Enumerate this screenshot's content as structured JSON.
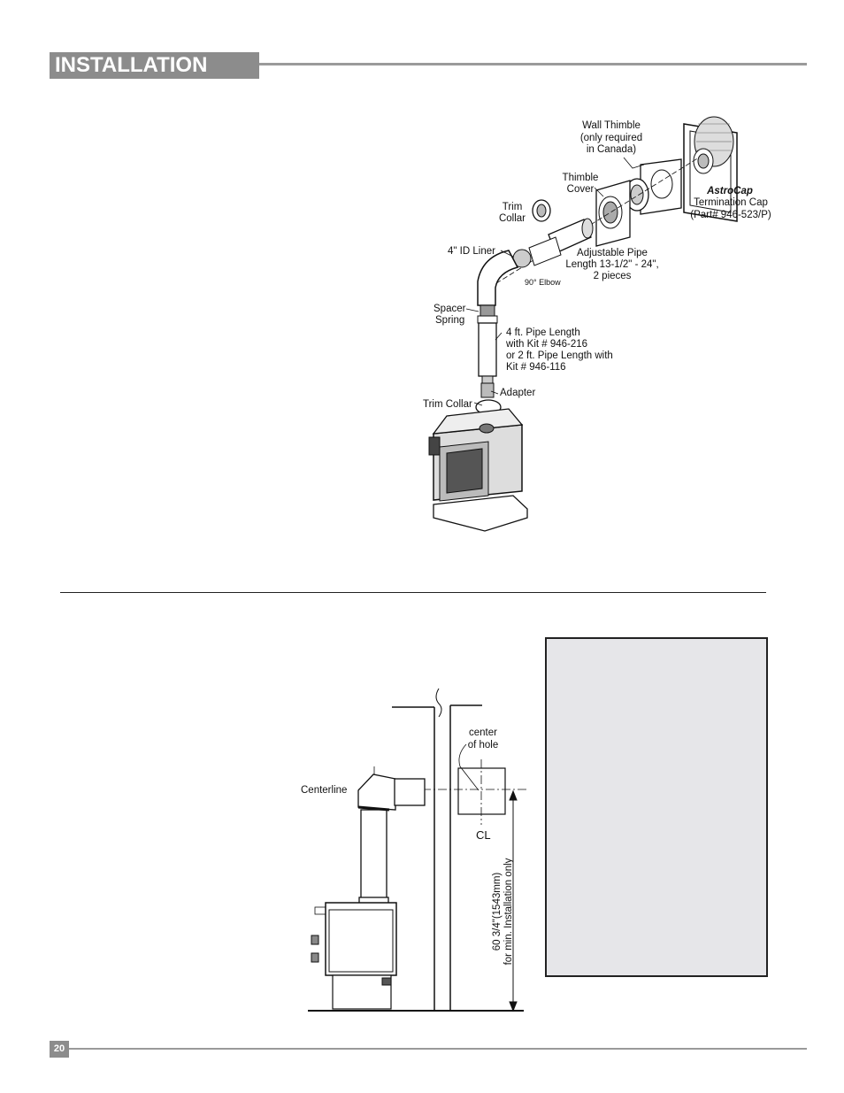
{
  "header": {
    "title": "INSTALLATION"
  },
  "footer": {
    "page_number": "20"
  },
  "figure_top": {
    "labels": {
      "wall_thimble_1": "Wall Thimble",
      "wall_thimble_2": "(only required",
      "wall_thimble_3": "in Canada)",
      "thimble_cover_1": "Thimble",
      "thimble_cover_2": "Cover",
      "astrocap_1": "AstroCap",
      "astrocap_2": "Termination Cap",
      "astrocap_3": "(Part# 946-523/P)",
      "trim_collar_top_1": "Trim",
      "trim_collar_top_2": "Collar",
      "id_liner": "4\" ID Liner",
      "adjustable_1": "Adjustable Pipe",
      "adjustable_2": "Length 13-1/2\" - 24\",",
      "adjustable_3": "2 pieces",
      "elbow": "90° Elbow",
      "spacer_1": "Spacer",
      "spacer_2": "Spring",
      "pipe_1": "4 ft. Pipe Length",
      "pipe_2": "with Kit # 946-216",
      "pipe_3": "or 2 ft. Pipe Length with",
      "pipe_4": "Kit # 946-116",
      "adapter": "Adapter",
      "trim_collar_bottom": "Trim Collar"
    }
  },
  "figure_bottom": {
    "labels": {
      "center_1": "center",
      "center_2": "of hole",
      "centerline": "Centerline",
      "cl_symbol": "CL",
      "dim_1": "60 3/4\"(1543mm)",
      "dim_2": "for min. Installation only"
    }
  }
}
